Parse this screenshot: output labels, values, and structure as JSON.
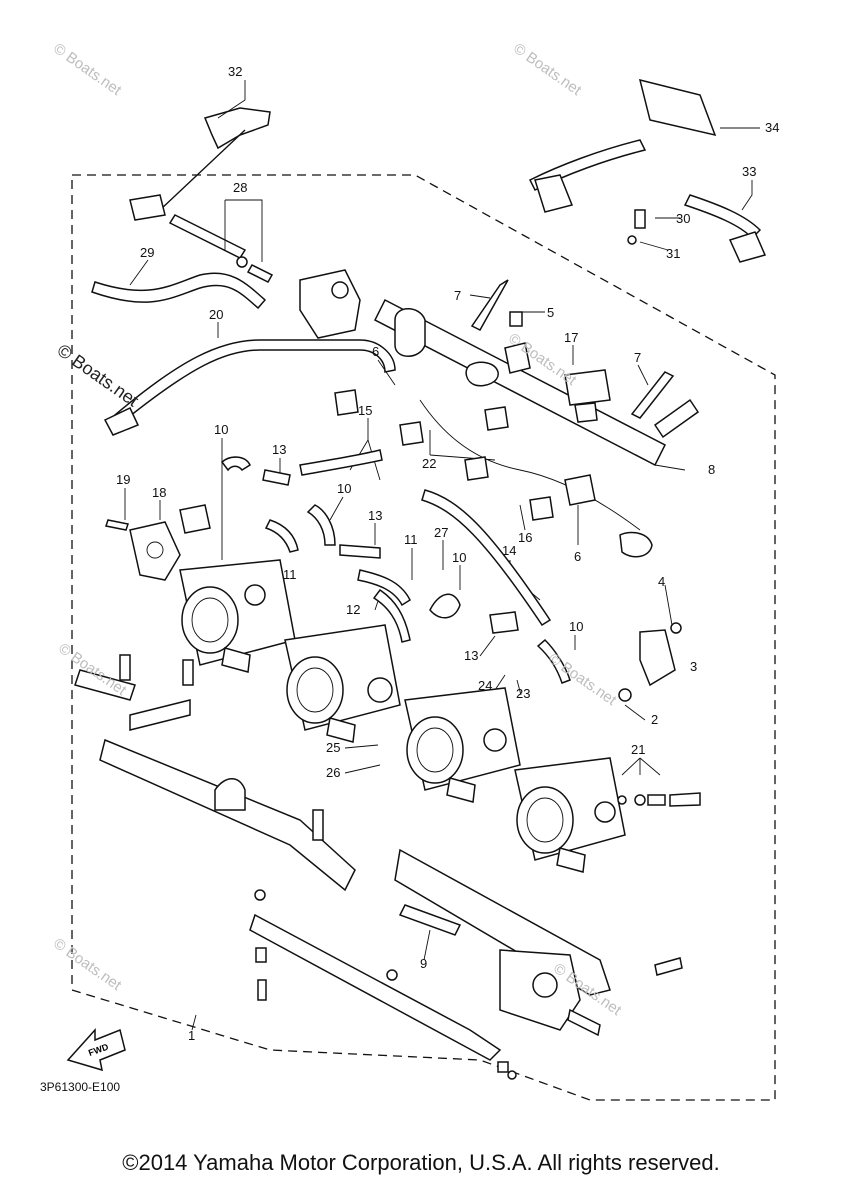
{
  "callouts": [
    {
      "id": "c32",
      "label": "32"
    },
    {
      "id": "c34",
      "label": "34"
    },
    {
      "id": "c33",
      "label": "33"
    },
    {
      "id": "c28",
      "label": "28"
    },
    {
      "id": "c30",
      "label": "30"
    },
    {
      "id": "c31",
      "label": "31"
    },
    {
      "id": "c29",
      "label": "29"
    },
    {
      "id": "c7a",
      "label": "7"
    },
    {
      "id": "c5",
      "label": "5"
    },
    {
      "id": "c20",
      "label": "20"
    },
    {
      "id": "c17",
      "label": "17"
    },
    {
      "id": "c6a",
      "label": "6"
    },
    {
      "id": "c7b",
      "label": "7"
    },
    {
      "id": "c15",
      "label": "15"
    },
    {
      "id": "c10a",
      "label": "10"
    },
    {
      "id": "c13a",
      "label": "13"
    },
    {
      "id": "c22",
      "label": "22"
    },
    {
      "id": "c8",
      "label": "8"
    },
    {
      "id": "c19",
      "label": "19"
    },
    {
      "id": "c18",
      "label": "18"
    },
    {
      "id": "c10b",
      "label": "10"
    },
    {
      "id": "c13b",
      "label": "13"
    },
    {
      "id": "c16",
      "label": "16"
    },
    {
      "id": "c6b",
      "label": "6"
    },
    {
      "id": "c27",
      "label": "27"
    },
    {
      "id": "c11a",
      "label": "11"
    },
    {
      "id": "c10c",
      "label": "10"
    },
    {
      "id": "c14",
      "label": "14"
    },
    {
      "id": "c11b",
      "label": "11"
    },
    {
      "id": "c4",
      "label": "4"
    },
    {
      "id": "c12",
      "label": "12"
    },
    {
      "id": "c10d",
      "label": "10"
    },
    {
      "id": "c13c",
      "label": "13"
    },
    {
      "id": "c3",
      "label": "3"
    },
    {
      "id": "c24",
      "label": "24"
    },
    {
      "id": "c23",
      "label": "23"
    },
    {
      "id": "c2",
      "label": "2"
    },
    {
      "id": "c25",
      "label": "25"
    },
    {
      "id": "c21",
      "label": "21"
    },
    {
      "id": "c26",
      "label": "26"
    },
    {
      "id": "c9",
      "label": "9"
    },
    {
      "id": "c1",
      "label": "1"
    }
  ],
  "fwd_label": "FWD",
  "diagram_code": "3P61300-E100",
  "watermark_small": "© Boats.net",
  "watermark_large": "© Boats.net",
  "copyright": "©2014 Yamaha Motor Corporation, U.S.A. All rights reserved."
}
